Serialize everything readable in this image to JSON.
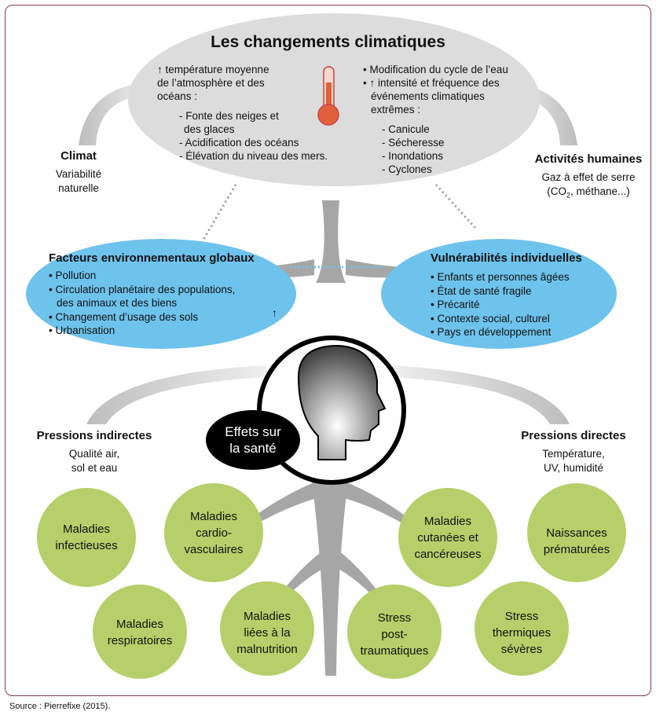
{
  "title": "Les changements climatiques",
  "center_left": [
    "↑ température moyenne",
    "de l’atmosphère et des",
    "océans :",
    "",
    "- Fonte des neiges et",
    "  des glaces",
    "- Acidification des océans",
    "- Élévation du niveau des mers."
  ],
  "center_right": [
    "• Modification du cycle de l’eau",
    "• ↑ intensité et fréquence des",
    "  événements climatiques",
    "  extrêmes :",
    "",
    "- Canicule",
    "- Sécheresse",
    "- Inondations",
    "- Cyclones"
  ],
  "climat": {
    "title": "Climat",
    "sub1": "Variabilité",
    "sub2": "naturelle"
  },
  "activites": {
    "title": "Activités humaines",
    "sub1": "Gaz à effet de serre",
    "sub2": "(CO",
    "sub2_sub": "2",
    "sub2_end": ", méthane...)"
  },
  "facteurs": {
    "title": "Facteurs environnementaux globaux",
    "items": [
      "• Pollution",
      "• Circulation planétaire des populations,",
      "  des animaux et des biens",
      "• Changement d’usage des sols",
      "• Urbanisation"
    ],
    "arrow": "↑"
  },
  "vulnerabilites": {
    "title": "Vulnérabilités individuelles",
    "items": [
      "• Enfants et personnes âgées",
      "• État de santé fragile",
      "• Précarité",
      "• Contexte social, culturel",
      "• Pays en développement"
    ]
  },
  "effets": {
    "line1": "Effets sur",
    "line2": "la santé"
  },
  "pressions_indirectes": {
    "title": "Pressions indirectes",
    "sub1": "Qualité air,",
    "sub2": "sol et eau"
  },
  "pressions_directes": {
    "title": "Pressions directes",
    "sub1": "Température,",
    "sub2": "UV, humidité"
  },
  "diseases": [
    [
      "Maladies",
      "infectieuses"
    ],
    [
      "Maladies",
      "cardio-",
      "vasculaires"
    ],
    [
      "Maladies",
      "cutanées et",
      "cancéreuses"
    ],
    [
      "Naissances",
      "prématurées"
    ],
    [
      "Maladies",
      "respiratoires"
    ],
    [
      "Maladies",
      "liées à la",
      "malnutrition"
    ],
    [
      "Stress",
      "post-",
      "traumatiques"
    ],
    [
      "Stress",
      "thermiques",
      "sévères"
    ]
  ],
  "source": "Source : Pierrefixe (2015).",
  "colors": {
    "frame": "#8a3a55",
    "ellipse": "#dcdcdc",
    "blue": "#6ec3ec",
    "green": "#b7cf6a",
    "gray": "#a6a6a6",
    "thermometer": "#e0603a"
  }
}
